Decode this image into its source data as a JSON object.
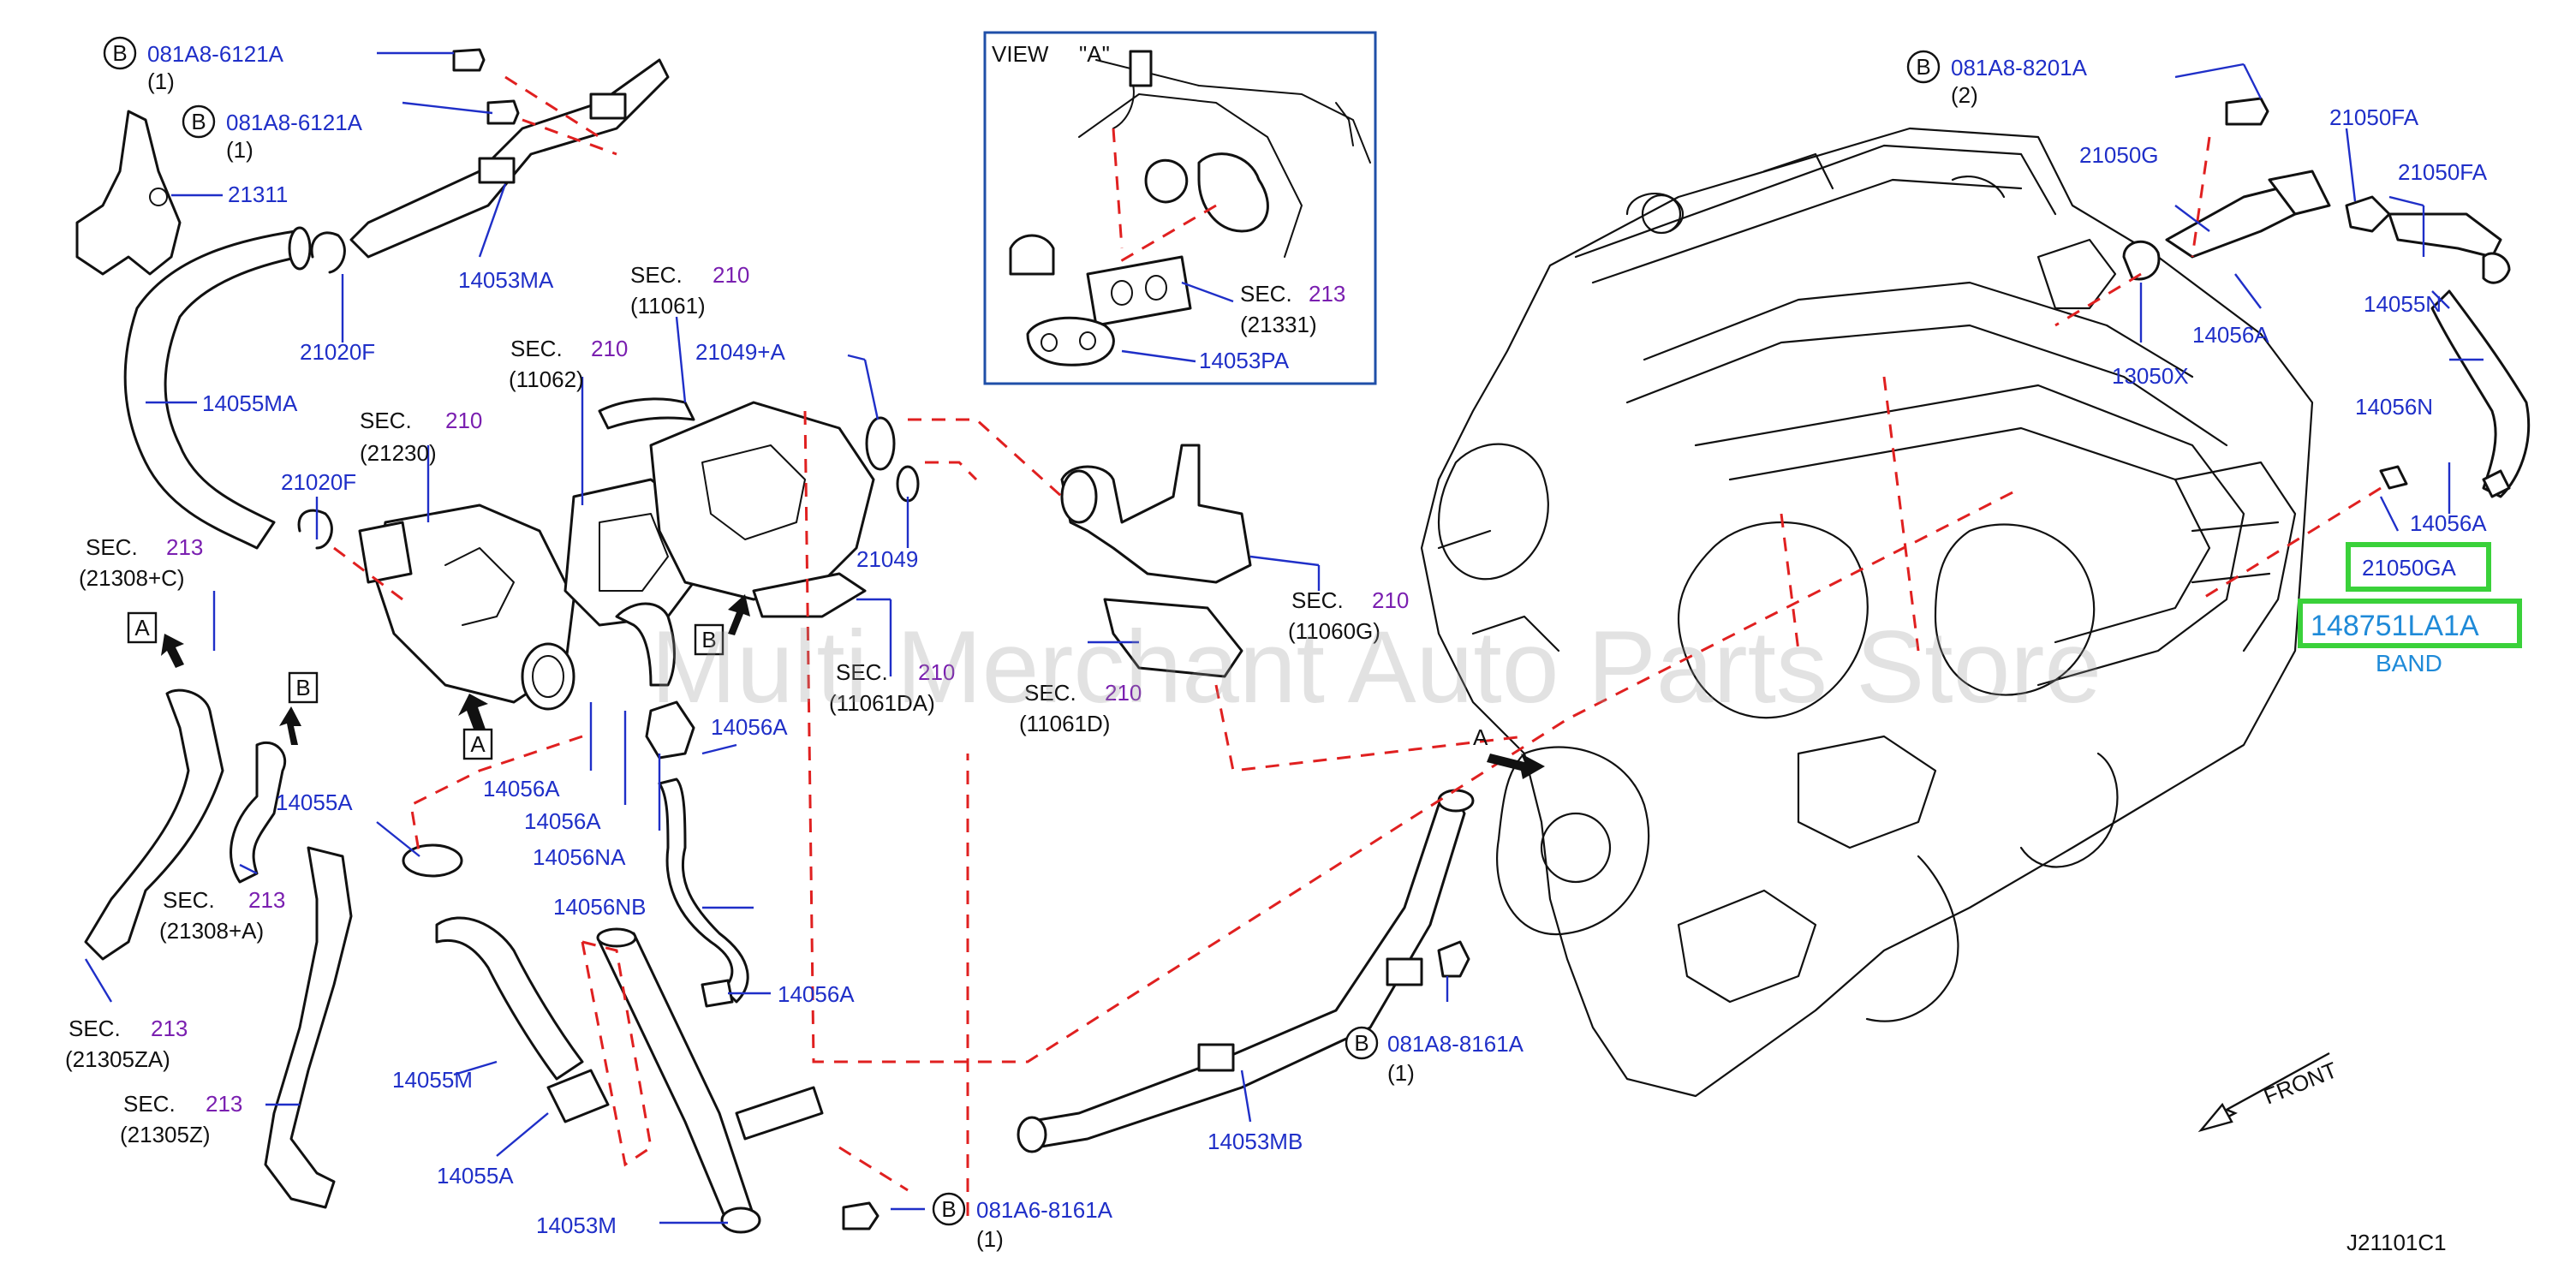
{
  "diagram": {
    "watermark": "Multi Merchant Auto Parts Store",
    "code": "J21101C1",
    "front_label": "FRONT",
    "view_title": "VIEW",
    "view_a": "\"A\"",
    "arrow_a": "A",
    "box_a": "A",
    "box_b": "B",
    "band": "BAND",
    "highlight_ga": "21050GA",
    "highlight_pn": "148751LA1A",
    "circle_b": "B",
    "parts": {
      "p081A8_6121A_top": "081A8-6121A",
      "qty1": "(1)",
      "p081A8_6121A_2": "081A8-6121A",
      "qty1b": "(1)",
      "p21311": "21311",
      "p14053MA": "14053MA",
      "p21020F_a": "21020F",
      "p14055MA": "14055MA",
      "p21020F_b": "21020F",
      "p081A8_8201A": "081A8-8201A",
      "qty2": "(2)",
      "p21050FA_a": "21050FA",
      "p21050G": "21050G",
      "p21050FA_b": "21050FA",
      "p14055N": "14055N",
      "p14056A_r1": "14056A",
      "p13050X": "13050X",
      "p14056N": "14056N",
      "p14056A_r2": "14056A",
      "p21049plus": "21049+A",
      "p21049": "21049",
      "p14053PA": "14053PA",
      "p14056A_m1": "14056A",
      "p14056A_m2": "14056A",
      "p14056A_m3": "14056A",
      "p14056NA": "14056NA",
      "p14056NB": "14056NB",
      "p14056A_m4": "14056A",
      "p14055A_a": "14055A",
      "p14055M": "14055M",
      "p14055A_b": "14055A",
      "p14053M": "14053M",
      "p081A6_8161A": "081A6-8161A",
      "qty1c": "(1)",
      "p081A8_8161A": "081A8-8161A",
      "qty1d": "(1)",
      "p14053MB": "14053MB"
    },
    "sections": {
      "sec_label": "SEC.",
      "s210": "210",
      "s213": "213",
      "r11061": "(11061)",
      "r11062": "(11062)",
      "r21230": "(21230)",
      "r21308C": "(21308+C)",
      "r21308A": "(21308+A)",
      "r21305ZA": "(21305ZA)",
      "r21305Z": "(21305Z)",
      "r21331": "(21331)",
      "r11060G": "(11060G)",
      "r11061DA": "(11061DA)",
      "r11061D": "(11061D)"
    }
  }
}
